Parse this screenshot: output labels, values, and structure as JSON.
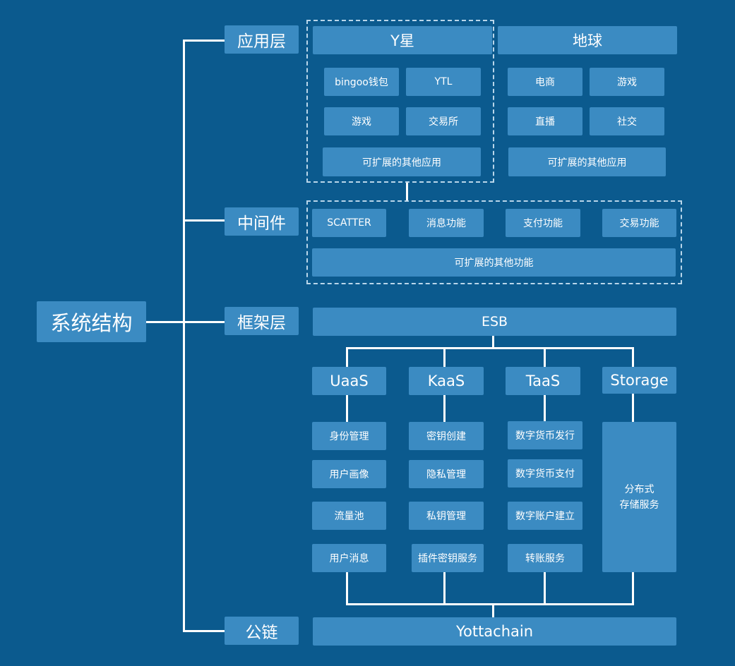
{
  "root": {
    "label": "系统结构"
  },
  "layers": {
    "app": "应用层",
    "middleware": "中间件",
    "framework": "框架层",
    "chain": "公链"
  },
  "app_layer": {
    "ystar": {
      "title": "Y星",
      "items": [
        "bingoo钱包",
        "YTL",
        "游戏",
        "交易所"
      ],
      "more": "可扩展的其他应用"
    },
    "earth": {
      "title": "地球",
      "items": [
        "电商",
        "游戏",
        "直播",
        "社交"
      ],
      "more": "可扩展的其他应用"
    }
  },
  "middleware_layer": {
    "items": [
      "SCATTER",
      "消息功能",
      "支付功能",
      "交易功能"
    ],
    "more": "可扩展的其他功能"
  },
  "framework_layer": {
    "esb": "ESB",
    "columns": [
      {
        "title": "UaaS",
        "items": [
          "身份管理",
          "用户画像",
          "流量池",
          "用户消息"
        ]
      },
      {
        "title": "KaaS",
        "items": [
          "密钥创建",
          "隐私管理",
          "私钥管理",
          "插件密钥服务"
        ]
      },
      {
        "title": "TaaS",
        "items": [
          "数字货币发行",
          "数字货币支付",
          "数字账户建立",
          "转账服务"
        ]
      },
      {
        "title": "Storage",
        "service_line1": "分布式",
        "service_line2": "存储服务"
      }
    ]
  },
  "chain_layer": {
    "name": "Yottachain"
  }
}
